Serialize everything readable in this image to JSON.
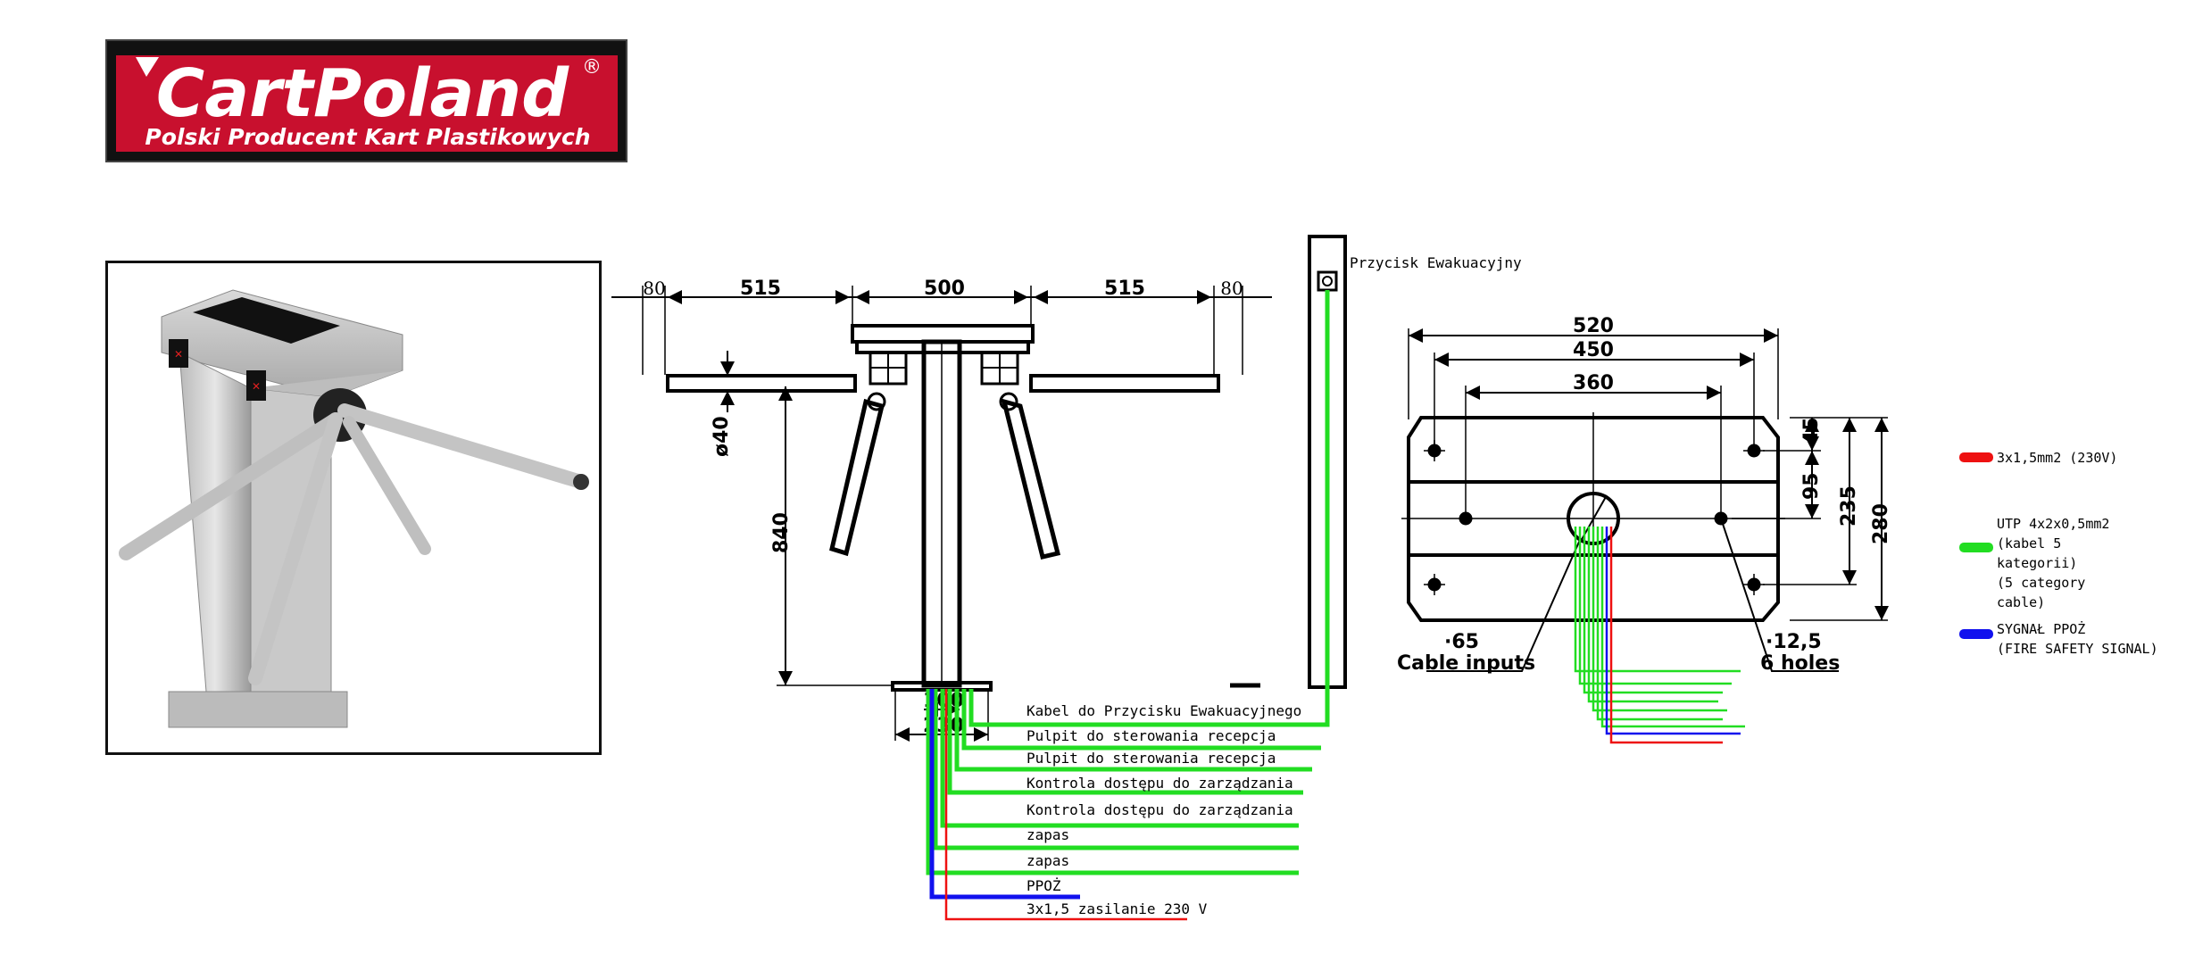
{
  "logo": {
    "brand": "CartPoland",
    "registered": "®",
    "tagline": "Polski Producent Kart Plastikowych"
  },
  "front_view": {
    "dimensions": [
      "80",
      "515",
      "500",
      "515",
      "80"
    ],
    "arm_thickness": "ø40",
    "height": "840",
    "base_inner": "100",
    "base_outer": "230"
  },
  "evacuation_button": {
    "label": "Przycisk Ewakuacyjny"
  },
  "base_plan": {
    "width_outer": "520",
    "width_mid": "450",
    "width_inner": "360",
    "height_a": "45",
    "height_b": "95",
    "height_c": "235",
    "height_d": "280",
    "cable_dia": "·65",
    "cable_label": "Cable inputs",
    "holes_dia": "·12,5",
    "holes_label": "6 holes"
  },
  "cables": [
    {
      "label": "Kabel do Przycisku Ewakuacyjnego",
      "color": "#22dd22"
    },
    {
      "label": "Pulpit do sterowania recepcja",
      "color": "#22dd22"
    },
    {
      "label": "Pulpit do sterowania recepcja",
      "color": "#22dd22"
    },
    {
      "label": "Kontrola dostępu do zarządzania",
      "color": "#22dd22"
    },
    {
      "label": "Kontrola dostępu do zarządzania",
      "color": "#22dd22"
    },
    {
      "label": "zapas",
      "color": "#22dd22"
    },
    {
      "label": "zapas",
      "color": "#22dd22"
    },
    {
      "label": "PPOŻ",
      "color": "#1111ee"
    },
    {
      "label": "3x1,5 zasilanie 230 V",
      "color": "#ee1111"
    }
  ],
  "legend": [
    {
      "lines": [
        "3x1,5mm2 (230V)"
      ],
      "color": "#ee1111"
    },
    {
      "lines": [
        "UTP 4x2x0,5mm2",
        "(kabel 5",
        "kategorii)",
        "(5 category",
        "cable)"
      ],
      "color": "#22dd22"
    },
    {
      "lines": [
        "SYGNAŁ PPOŻ",
        "(FIRE SAFETY SIGNAL)"
      ],
      "color": "#1111ee"
    }
  ]
}
